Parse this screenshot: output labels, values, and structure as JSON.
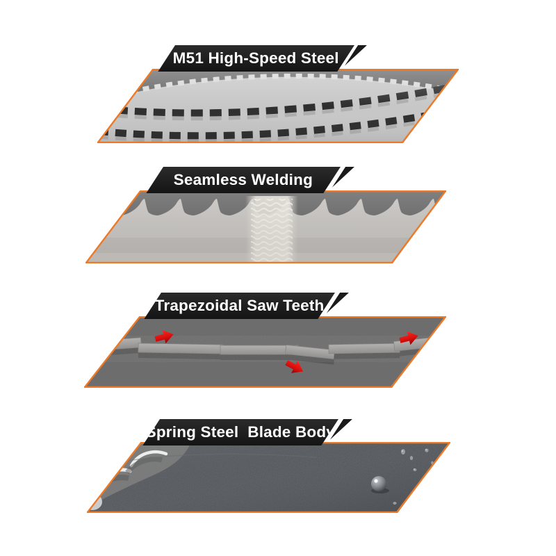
{
  "style": {
    "accent_border": "#ec7a28",
    "banner_bg": "#1e1e1e",
    "banner_text_color": "#ffffff",
    "arrow_red": "#d90f0f",
    "page_bg": "#ffffff"
  },
  "panels": [
    {
      "label": "M51 High-Speed Steel",
      "image": "coiled-bandsaw-blade-teeth-closeup"
    },
    {
      "label": "Seamless Welding",
      "image": "bandsaw-blade-with-vertical-weld-seam"
    },
    {
      "label": "Trapezoidal Saw Teeth",
      "image": "tooth-set-top-view",
      "annotation": "red-tooth-set-direction-arrows"
    },
    {
      "label": "Spring Steel  Blade Body",
      "image": "dark-spring-steel-surface-with-water-drops"
    }
  ]
}
